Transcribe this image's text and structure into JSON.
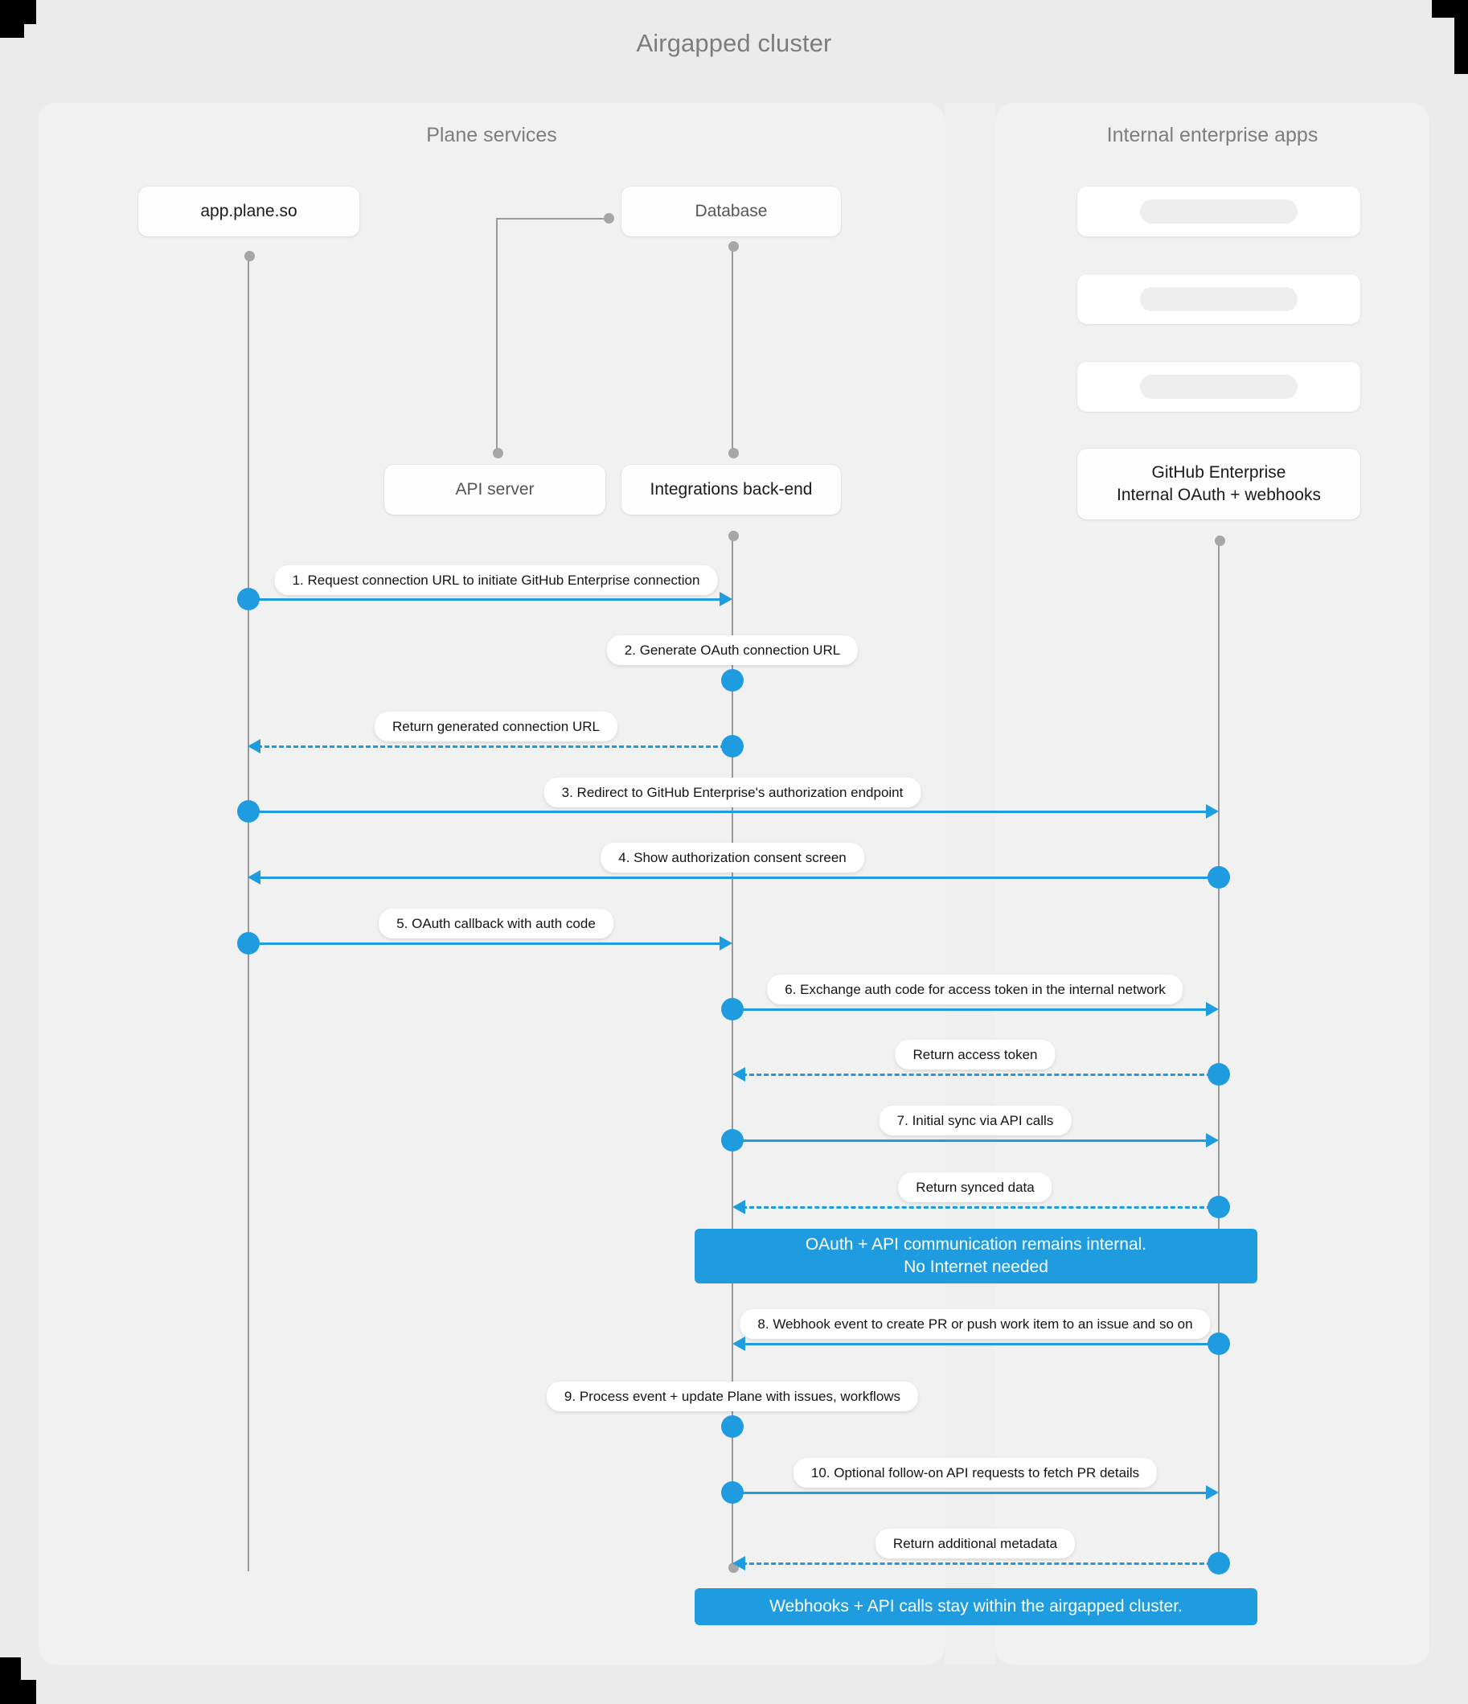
{
  "title": "Airgapped cluster",
  "colors": {
    "accent": "#1f9ce0",
    "page_bg": "#ebebeb",
    "panel_bg": "#f1f1f1",
    "lifeline": "#9a9a9a",
    "note_text": "#ffffff"
  },
  "panels": {
    "left": {
      "title": "Plane services"
    },
    "right": {
      "title": "Internal enterprise apps"
    }
  },
  "actors": {
    "app": "app.plane.so",
    "database": "Database",
    "api_server": "API server",
    "integrations": "Integrations back-end",
    "github": "GitHub Enterprise\nInternal OAuth + webhooks",
    "github_line1": "GitHub Enterprise",
    "github_line2": "Internal OAuth + webhooks"
  },
  "messages": [
    {
      "n": 1,
      "label": "1. Request connection URL to initiate GitHub Enterprise connection",
      "from": "app",
      "to": "integrations",
      "style": "solid",
      "dir": "right"
    },
    {
      "n": 2,
      "label": "2. Generate OAuth connection URL",
      "from": "integrations",
      "to": "integrations",
      "style": "self",
      "dir": "self"
    },
    {
      "n": 3,
      "label": "Return generated connection URL",
      "from": "integrations",
      "to": "app",
      "style": "dashed",
      "dir": "left"
    },
    {
      "n": 4,
      "label": "3. Redirect to GitHub Enterprise's authorization endpoint",
      "from": "app",
      "to": "github",
      "style": "solid",
      "dir": "right"
    },
    {
      "n": 5,
      "label": "4. Show authorization consent screen",
      "from": "github",
      "to": "app",
      "style": "solid",
      "dir": "left"
    },
    {
      "n": 6,
      "label": "5. OAuth callback with auth code",
      "from": "app",
      "to": "integrations",
      "style": "solid",
      "dir": "right"
    },
    {
      "n": 7,
      "label": "6. Exchange auth code for access token in the internal network",
      "from": "integrations",
      "to": "github",
      "style": "solid",
      "dir": "right"
    },
    {
      "n": 8,
      "label": "Return access token",
      "from": "github",
      "to": "integrations",
      "style": "dashed",
      "dir": "left"
    },
    {
      "n": 9,
      "label": "7. Initial sync via API calls",
      "from": "integrations",
      "to": "github",
      "style": "solid",
      "dir": "right"
    },
    {
      "n": 10,
      "label": "Return synced data",
      "from": "github",
      "to": "integrations",
      "style": "dashed",
      "dir": "left"
    },
    {
      "n": 11,
      "label": "8. Webhook event to create PR  or push work item to an issue  and so on",
      "from": "github",
      "to": "integrations",
      "style": "solid",
      "dir": "left"
    },
    {
      "n": 12,
      "label": "9. Process event + update Plane with issues, workflows",
      "from": "integrations",
      "to": "integrations",
      "style": "self",
      "dir": "self"
    },
    {
      "n": 13,
      "label": "10. Optional follow-on API requests to fetch PR details",
      "from": "integrations",
      "to": "github",
      "style": "solid",
      "dir": "right"
    },
    {
      "n": 14,
      "label": "Return additional metadata",
      "from": "github",
      "to": "integrations",
      "style": "dashed",
      "dir": "left"
    }
  ],
  "notes": [
    {
      "id": "note-internal",
      "line1": "OAuth + API communication remains internal.",
      "line2": "No Internet needed"
    },
    {
      "id": "note-airgapped",
      "line1": "Webhooks + API calls stay within the airgapped cluster.",
      "line2": ""
    }
  ]
}
